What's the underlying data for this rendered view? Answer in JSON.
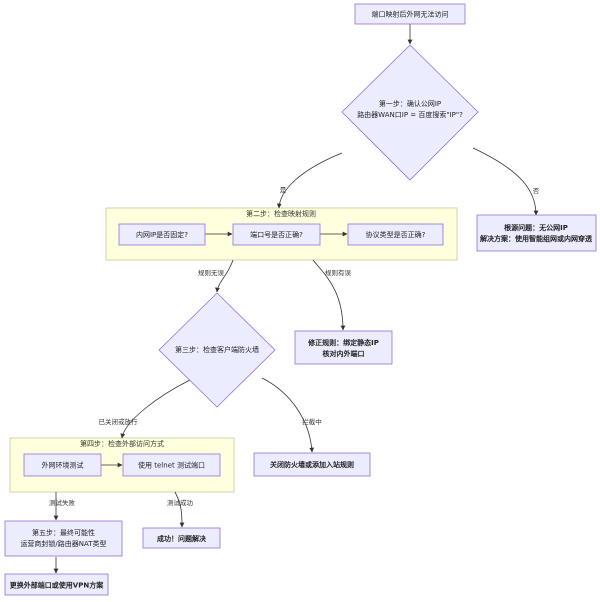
{
  "diagram": {
    "start": {
      "label": "端口映射后外网无法访问"
    },
    "step1": {
      "line1": "第一步：确认公网IP",
      "line2": "路由器WAN口IP = 百度搜索\"IP\"?"
    },
    "no_public_ip": {
      "line1": "根源问题：无公网IP",
      "line2": "解决方案：使用智能组网或内网穿透"
    },
    "step2_group": {
      "label": "第二步：检查映射规则"
    },
    "lan_ip_fixed": {
      "label": "内网IP是否固定?"
    },
    "port_correct": {
      "label": "端口号是否正确?"
    },
    "protocol_correct": {
      "label": "协议类型是否正确?"
    },
    "fix_rule": {
      "line1": "修正规则：绑定静态IP",
      "line2": "核对内外端口"
    },
    "step3": {
      "label": "第三步：检查客户端防火墙"
    },
    "close_firewall": {
      "label": "关闭防火墙或添加入站规则"
    },
    "step4_group": {
      "label": "第四步：检查外部访问方式"
    },
    "external_test": {
      "label": "外网环境测试"
    },
    "telnet_test": {
      "label": "使用 telnet 测试端口"
    },
    "step5": {
      "line1": "第五步：最终可能性",
      "line2": "运营商封锁/路由器NAT类型"
    },
    "success": {
      "label": "成功！问题解决"
    },
    "vpn": {
      "label": "更换外部端口或使用VPN方案"
    },
    "edges": {
      "yes": "是",
      "no": "否",
      "rule_ok": "规则无误",
      "rule_bad": "规则有误",
      "closed_allowed": "已关闭或放行",
      "blocked": "拦截中",
      "test_fail": "测试失败",
      "test_ok": "测试成功"
    }
  }
}
